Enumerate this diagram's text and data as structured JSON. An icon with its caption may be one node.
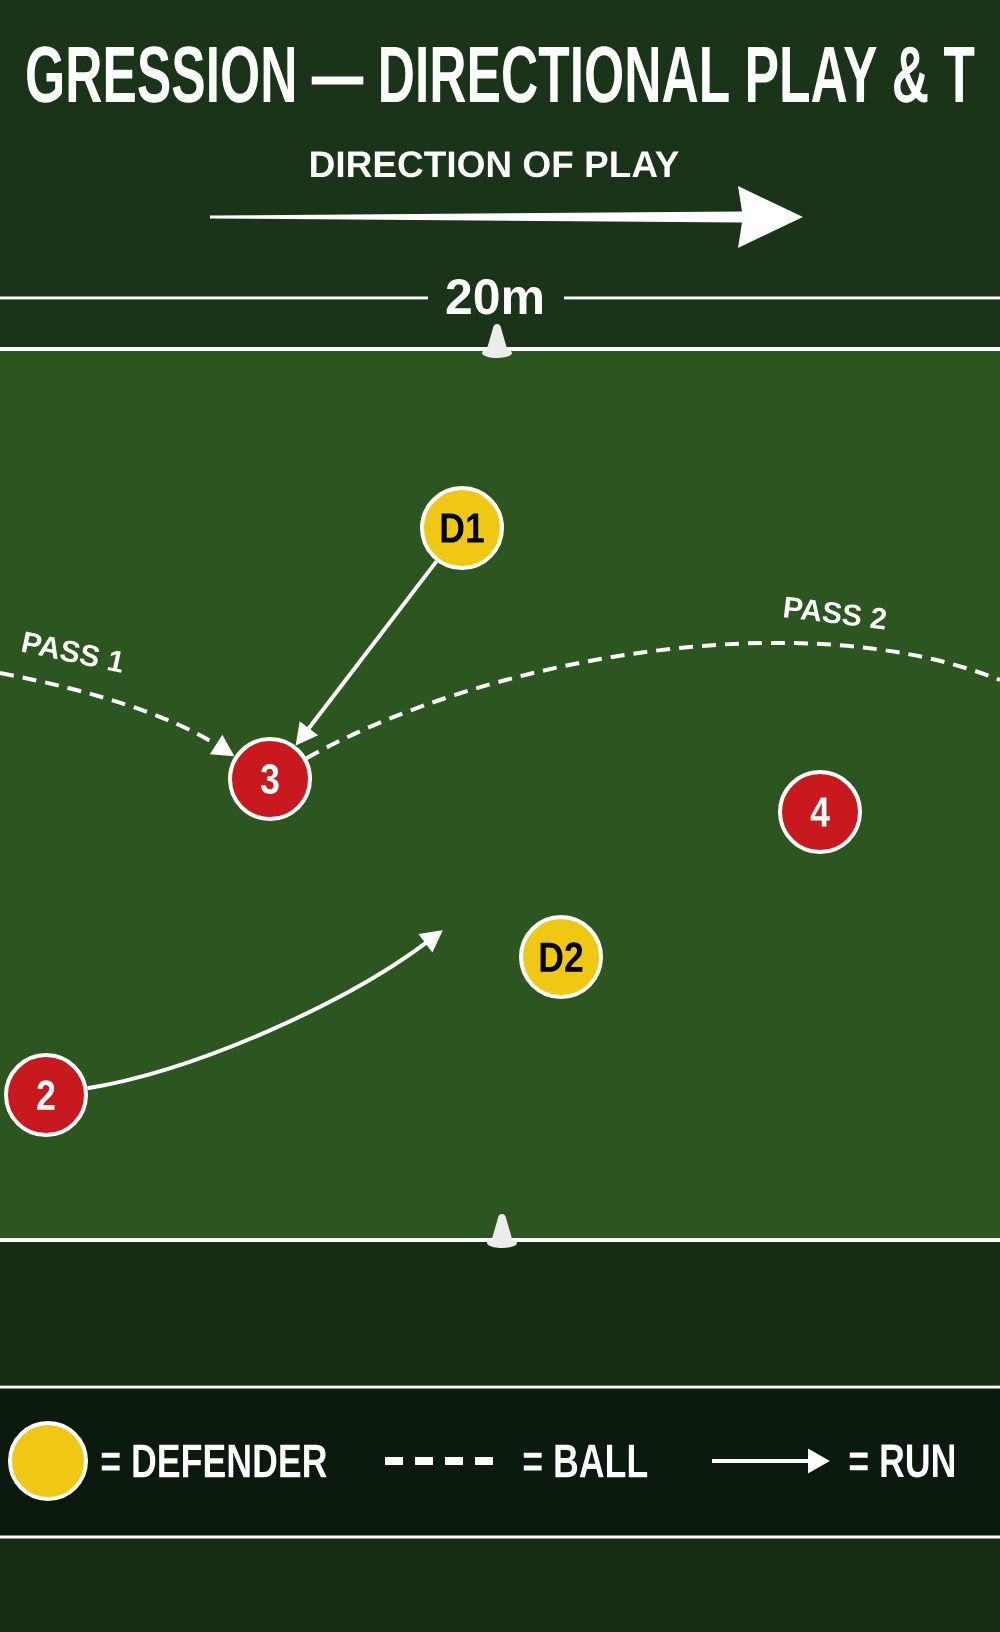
{
  "diagram": {
    "title": "GRESSION — DIRECTIONAL PLAY & T",
    "nodes": [
      {
        "text": [
          "D1"
        ]
      },
      {
        "text": [
          "3"
        ]
      },
      {
        "text": [
          "4"
        ]
      },
      {
        "text": [
          "D2"
        ]
      },
      {
        "text": [
          "2"
        ]
      }
    ],
    "edges": [
      {
        "from": null,
        "to": 1,
        "arrow": "to",
        "style": "dashed",
        "label": "PASS 1"
      },
      {
        "from": 0,
        "to": 1,
        "arrow": "to"
      },
      {
        "from": 1,
        "to": null,
        "arrow": "none",
        "style": "dashed",
        "label": "PASS 2"
      },
      {
        "from": 4,
        "to": null,
        "arrow": "to"
      }
    ],
    "labels": [
      "DIRECTION OF PLAY",
      "20m"
    ],
    "legend": [
      {
        "text": "= DEFENDER",
        "color": "#f0c814"
      },
      {
        "text": "= BALL"
      },
      {
        "text": "= RUN"
      }
    ]
  }
}
